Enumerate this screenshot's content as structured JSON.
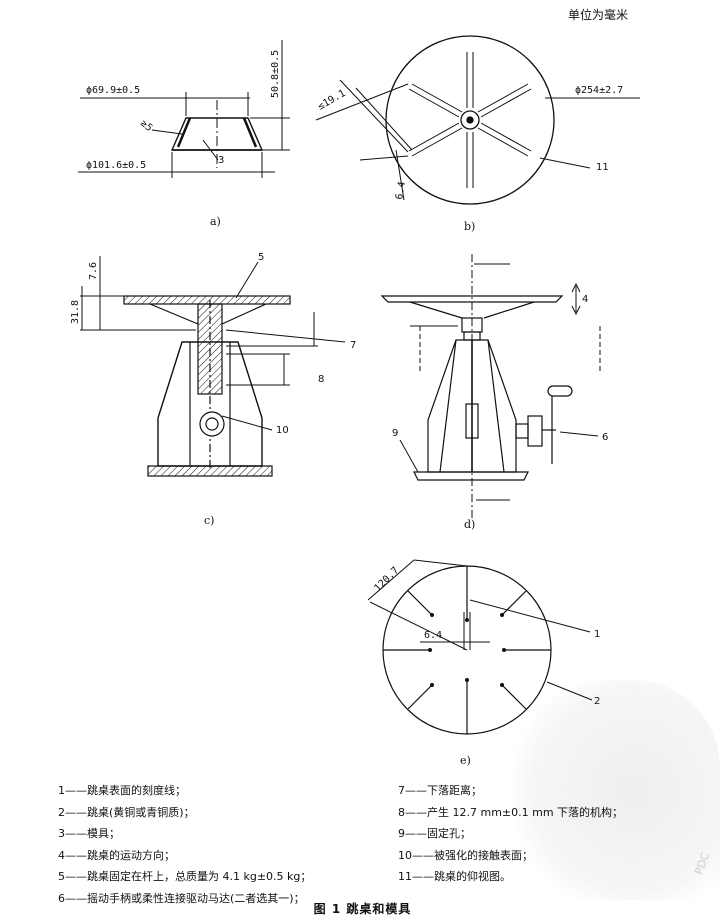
{
  "unit_note": "单位为毫米",
  "sub_labels": {
    "a": "a)",
    "b": "b)",
    "c": "c)",
    "d": "d)",
    "e": "e)"
  },
  "dimensions": {
    "a_top_dia": "ϕ69.9±0.5",
    "a_height": "50.8±0.5",
    "a_bottom_dia": "ϕ101.6±0.5",
    "a_wall": "≥5",
    "b_spoke_spacing": "≤19.1",
    "b_spoke_width": "6.4",
    "b_outer_dia": "ϕ254±2.7",
    "c_top_thickness": "7.6",
    "c_height": "31.8",
    "e_radius": "120.7",
    "e_slot_width": "6.4"
  },
  "callouts": {
    "a_mold": "3",
    "b_view": "11",
    "c_table": "5",
    "c_drop": "7",
    "c_mechanism": "8",
    "c_surface": "10",
    "d_direction": "4",
    "d_handle": "6",
    "d_hole": "9",
    "e_lines": "1",
    "e_table": "2"
  },
  "legend_left": [
    "1——跳桌表面的刻度线；",
    "2——跳桌(黄铜或青铜质)；",
    "3——模具；",
    "4——跳桌的运动方向；",
    "5——跳桌固定在杆上，总质量为 4.1 kg±0.5 kg；",
    "6——摇动手柄或柔性连接驱动马达(二者选其一)；"
  ],
  "legend_right": [
    "7——下落距离；",
    "8——产生 12.7 mm±0.1 mm 下落的机构；",
    "9——固定孔；",
    "10——被强化的接触表面；",
    "11——跳桌的仰视图。"
  ],
  "caption": "图 1   跳桌和模具",
  "watermark_text": "PDC"
}
